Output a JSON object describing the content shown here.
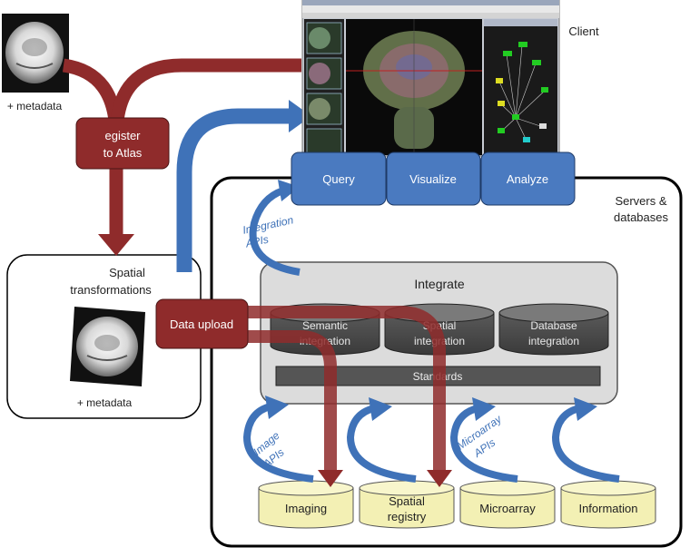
{
  "client": {
    "label": "Client",
    "tabs": [
      {
        "label": "Query"
      },
      {
        "label": "Visualize"
      },
      {
        "label": "Analyze"
      }
    ]
  },
  "input": {
    "metadata_label": "+ metadata",
    "register_label_1": "egister",
    "register_label_2": "to Atlas"
  },
  "spatial": {
    "title_1": "Spatial",
    "title_2": "transformations",
    "metadata_label": "+ metadata",
    "upload_label": "Data upload"
  },
  "servers": {
    "title_1": "Servers &",
    "title_2": "databases",
    "integration_apis_1": "Integration",
    "integration_apis_2": "APIs",
    "integrate": {
      "title": "Integrate",
      "components": [
        {
          "line1": "Semantic",
          "line2": "integration"
        },
        {
          "line1": "Spatial",
          "line2": "integration"
        },
        {
          "line1": "Database",
          "line2": "integration"
        }
      ],
      "standards": "Standards"
    },
    "image_apis_1": "Image",
    "image_apis_2": "APIs",
    "microarray_apis_1": "Microarray",
    "microarray_apis_2": "APIs",
    "databases": [
      {
        "line1": "Imaging",
        "line2": ""
      },
      {
        "line1": "Spatial",
        "line2": "registry"
      },
      {
        "line1": "Microarray",
        "line2": ""
      },
      {
        "line1": "Information",
        "line2": ""
      }
    ]
  },
  "colors": {
    "red": "#8f2b2b",
    "blue": "#3f72b8",
    "tab": "#4a7ac0",
    "cylinder_dark": "#4a4a4a",
    "cylinder_light": "#f3f0b4"
  }
}
